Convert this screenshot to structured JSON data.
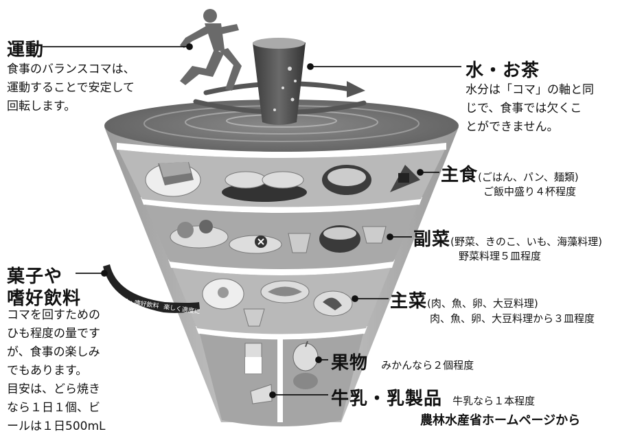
{
  "exercise": {
    "title": "運動",
    "desc": [
      "食事のバランスコマは、",
      "運動することで安定して",
      "回転します。"
    ]
  },
  "water": {
    "title": "水・お茶",
    "desc": [
      "水分は「コマ」の軸と同",
      "じで、食事では欠くこ",
      "とができません。"
    ]
  },
  "staple": {
    "title": "主食",
    "examples": "(ごはん、パン、麺類)",
    "amount": "ご飯中盛り４杯程度"
  },
  "side": {
    "title": "副菜",
    "examples": "(野菜、きのこ、いも、海藻料理)",
    "amount": "野菜料理５皿程度"
  },
  "main": {
    "title": "主菜",
    "examples": "(肉、魚、卵、大豆料理)",
    "amount": "肉、魚、卵、大豆料理から３皿程度"
  },
  "fruit": {
    "title": "果物",
    "amount": "みかんなら２個程度"
  },
  "milk": {
    "title": "牛乳・乳製品",
    "amount": "牛乳なら１本程度"
  },
  "snacks": {
    "title_line1": "菓子や",
    "title_line2": "嗜好飲料",
    "desc": [
      "コマを回すための",
      "ひも程度の量です",
      "が、食事の楽しみ",
      "でもあります。",
      "目安は、どら焼き",
      "なら１日１個、ビ",
      "ールは１日500mL"
    ],
    "string_label": "菓子・嗜好飲料",
    "string_note": "楽しく適度に"
  },
  "source": "農林水産省ホームページから"
}
